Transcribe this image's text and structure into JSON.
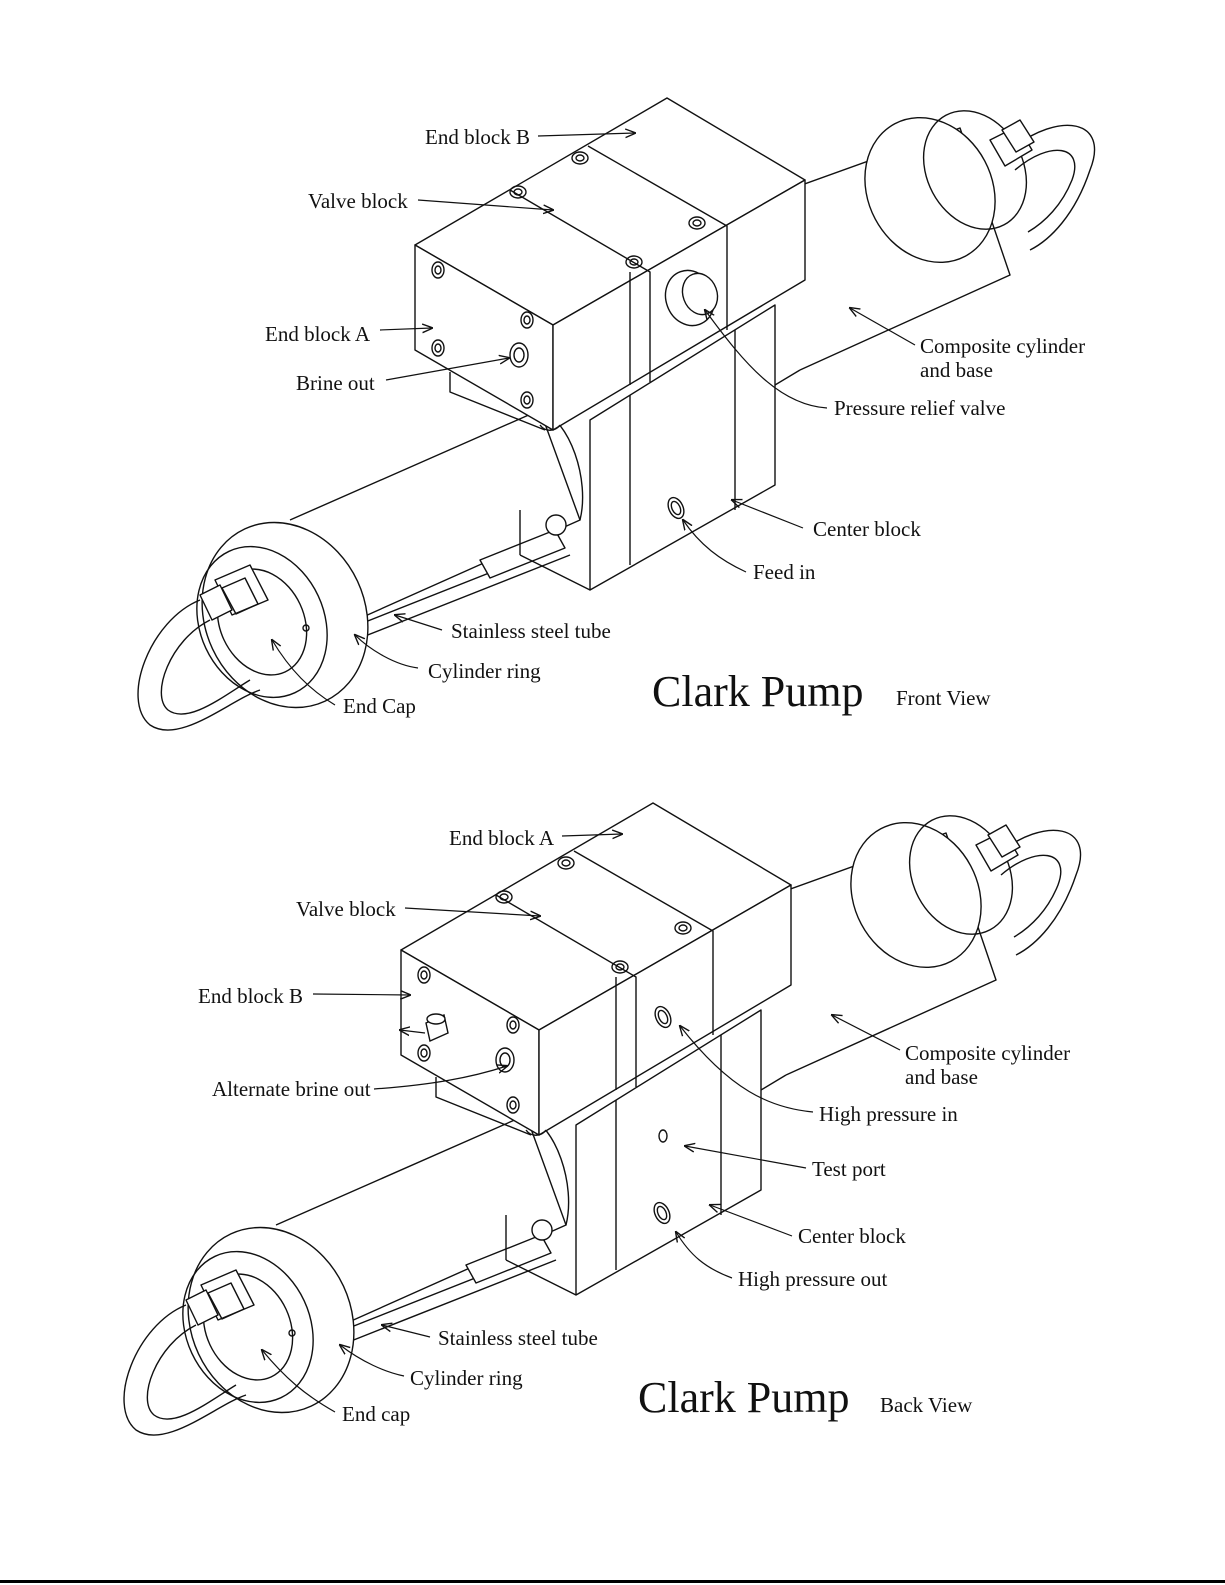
{
  "front": {
    "labels": {
      "end_block_b": "End block B",
      "valve_block": "Valve block",
      "end_block_a": "End block A",
      "brine_out": "Brine out",
      "composite_cylinder_line1": "Composite cylinder",
      "composite_cylinder_line2": "and base",
      "pressure_relief_valve": "Pressure relief valve",
      "center_block": "Center block",
      "feed_in": "Feed in",
      "stainless_steel_tube": "Stainless steel tube",
      "cylinder_ring": "Cylinder ring",
      "end_cap": "End Cap"
    },
    "title": "Clark Pump",
    "view": "Front View"
  },
  "back": {
    "labels": {
      "end_block_a": "End block A",
      "valve_block": "Valve block",
      "end_block_b": "End block B",
      "alternate_brine_out": "Alternate brine out",
      "composite_cylinder_line1": "Composite cylinder",
      "composite_cylinder_line2": "and base",
      "high_pressure_in": "High pressure in",
      "test_port": "Test port",
      "center_block": "Center block",
      "high_pressure_out": "High pressure out",
      "stainless_steel_tube": "Stainless steel tube",
      "cylinder_ring": "Cylinder ring",
      "end_cap": "End cap"
    },
    "title": "Clark Pump",
    "view": "Back View"
  },
  "colors": {
    "ink": "#111111",
    "background": "#ffffff"
  }
}
